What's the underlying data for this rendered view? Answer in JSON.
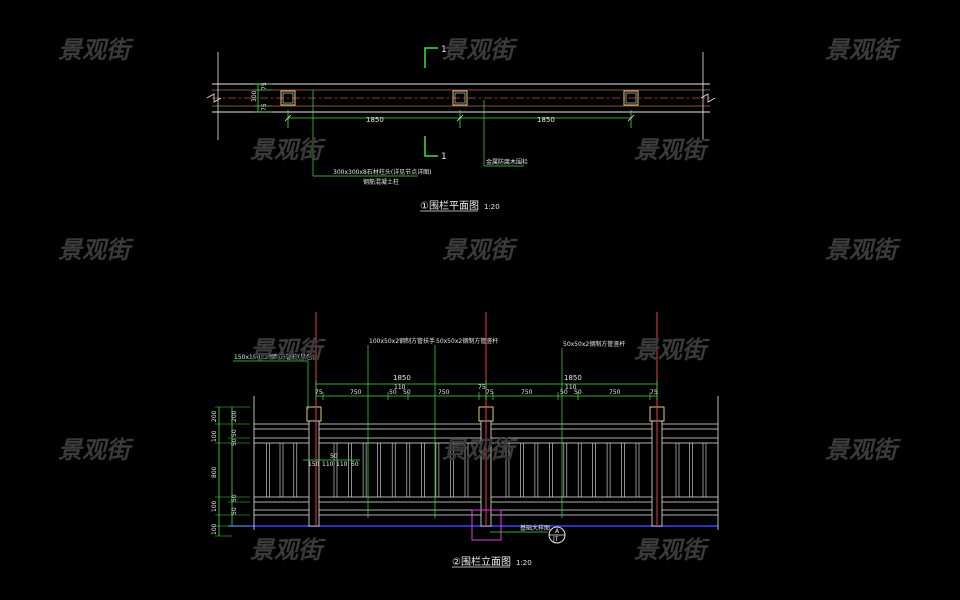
{
  "watermark": "景观街",
  "plan": {
    "title": "①围栏平面图",
    "scale": "1:20",
    "span_1": "1850",
    "span_2": "1850",
    "section_mark_top": "1",
    "section_mark_bottom": "1",
    "side_dims": [
      "75",
      "300",
      "75"
    ],
    "note_post": "300x300x8石材柱头(详见节点详图)",
    "note_post_2": "钢筋混凝土柱",
    "note_rail": "金属防腐木围栏"
  },
  "elevation": {
    "title": "②围栏立面图",
    "scale": "1:20",
    "total_1": "1850",
    "total_2": "1850",
    "segment_dims": [
      "75",
      "750",
      "110",
      "750",
      "75"
    ],
    "segment_dims_2": [
      "75",
      "750",
      "110",
      "750",
      "75"
    ],
    "small_dims": [
      "50",
      "50"
    ],
    "small_dims_2": [
      "50",
      "50"
    ],
    "left_dims": [
      "200",
      "100",
      "800",
      "100",
      "100"
    ],
    "left_sub_dims": [
      "200",
      "50",
      "50",
      "50",
      "50"
    ],
    "bottom_dims": [
      "150",
      "110",
      "110",
      "50"
    ],
    "bottom_dim_top": "50",
    "note_post_cap": "150x150x3钢制方管柱(黑色)",
    "note_rail_1": "100x50x2钢制方管扶手",
    "note_rail_2": "50x50x2钢制方管竖杆",
    "note_rail_3": "50x50x2钢制方管竖杆",
    "note_base": "基础大样图",
    "detail_ref_top": "A",
    "detail_ref_bottom": "JT"
  }
}
